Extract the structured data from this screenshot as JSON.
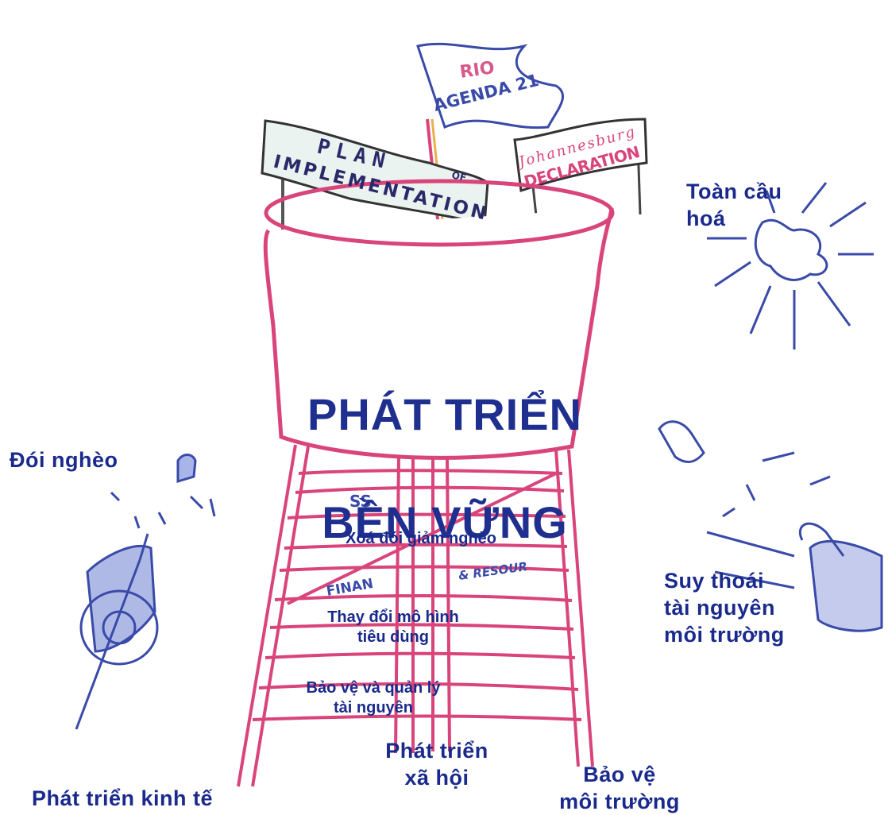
{
  "title": {
    "line1": "PHÁT TRIỂN",
    "line2": "BỀN VỮNG"
  },
  "banners": {
    "rio_line1": "RIO",
    "rio_line2": "AGENDA 21",
    "plan_line1": "PLAN",
    "plan_of": "OF",
    "plan_line2": "IMPLEMENTATION",
    "joburg_line1": "Johannesburg",
    "joburg_line2": "DECLARATION"
  },
  "bands": {
    "poverty": "Xoá đói giảm nghèo",
    "consumption": "Thay đổi mô hình\ntiêu dùng",
    "resources": "Bảo vệ và quản lý\ntài nguyên",
    "scribble_ss": "SS",
    "scribble_finan": "FINAN",
    "scribble_resour": "& RESOUR"
  },
  "legs": {
    "economic": "Phát triển kinh tế",
    "social": "Phát triển\nxã hội",
    "environment": "Bảo vệ\nmôi trường"
  },
  "threats": {
    "globalization": "Toàn cầu\nhoá",
    "poverty": "Đói nghèo",
    "degradation": "Suy thoái\ntài nguyên\nmôi trường"
  },
  "colors": {
    "pink": "#d9447a",
    "navy": "#1a2a8c",
    "flag_blue": "#3a4aa8",
    "flag_pink": "#d65a8a"
  }
}
